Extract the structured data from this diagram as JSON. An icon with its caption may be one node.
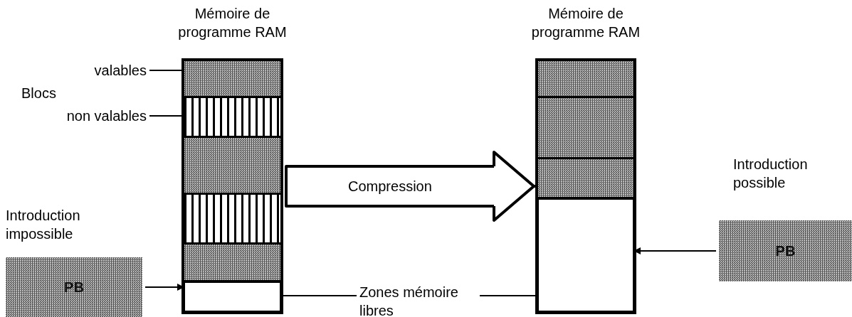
{
  "diagram": {
    "nodes": [
      {
        "text": [
          "Mémoire de programme RAM"
        ]
      },
      {
        "text": [],
        "shape": "bar",
        "in": 0
      },
      {
        "text": [],
        "shape": "bar",
        "in": 0
      },
      {
        "text": [],
        "shape": "bar",
        "in": 0
      },
      {
        "text": [],
        "shape": "bar",
        "in": 0
      },
      {
        "text": [],
        "shape": "bar",
        "in": 0
      },
      {
        "text": [],
        "shape": "bar",
        "in": 0
      },
      {
        "text": [
          "Mémoire de programme RAM"
        ]
      },
      {
        "text": [],
        "shape": "bar",
        "in": 7
      },
      {
        "text": [],
        "shape": "bar",
        "in": 7
      },
      {
        "text": [],
        "shape": "bar",
        "in": 7
      },
      {
        "text": [],
        "shape": "bar",
        "in": 7
      },
      {
        "text": [
          "PB"
        ],
        "beside": [
          "Introduction impossible"
        ]
      },
      {
        "text": [
          "PB"
        ],
        "beside": [
          "Introduction possible"
        ]
      },
      {
        "text": [
          "valables"
        ]
      },
      {
        "text": [
          "non valables"
        ]
      },
      {
        "text": [
          "Zones mémoire libres"
        ]
      }
    ],
    "edges": [
      {
        "from": 14,
        "to": 1,
        "arrow": "none"
      },
      {
        "from": 15,
        "to": 2,
        "arrow": "none"
      },
      {
        "from": 12,
        "to": 6,
        "arrow": "to"
      },
      {
        "from": 16,
        "to": 6,
        "arrow": "none"
      },
      {
        "from": 16,
        "to": 11,
        "arrow": "none"
      },
      {
        "from": 13,
        "to": 11,
        "arrow": "to"
      },
      {
        "from": 0,
        "to": 7,
        "arrow": "to",
        "label": "Compression",
        "style": "thick"
      }
    ],
    "labels": [
      "Blocs"
    ]
  }
}
